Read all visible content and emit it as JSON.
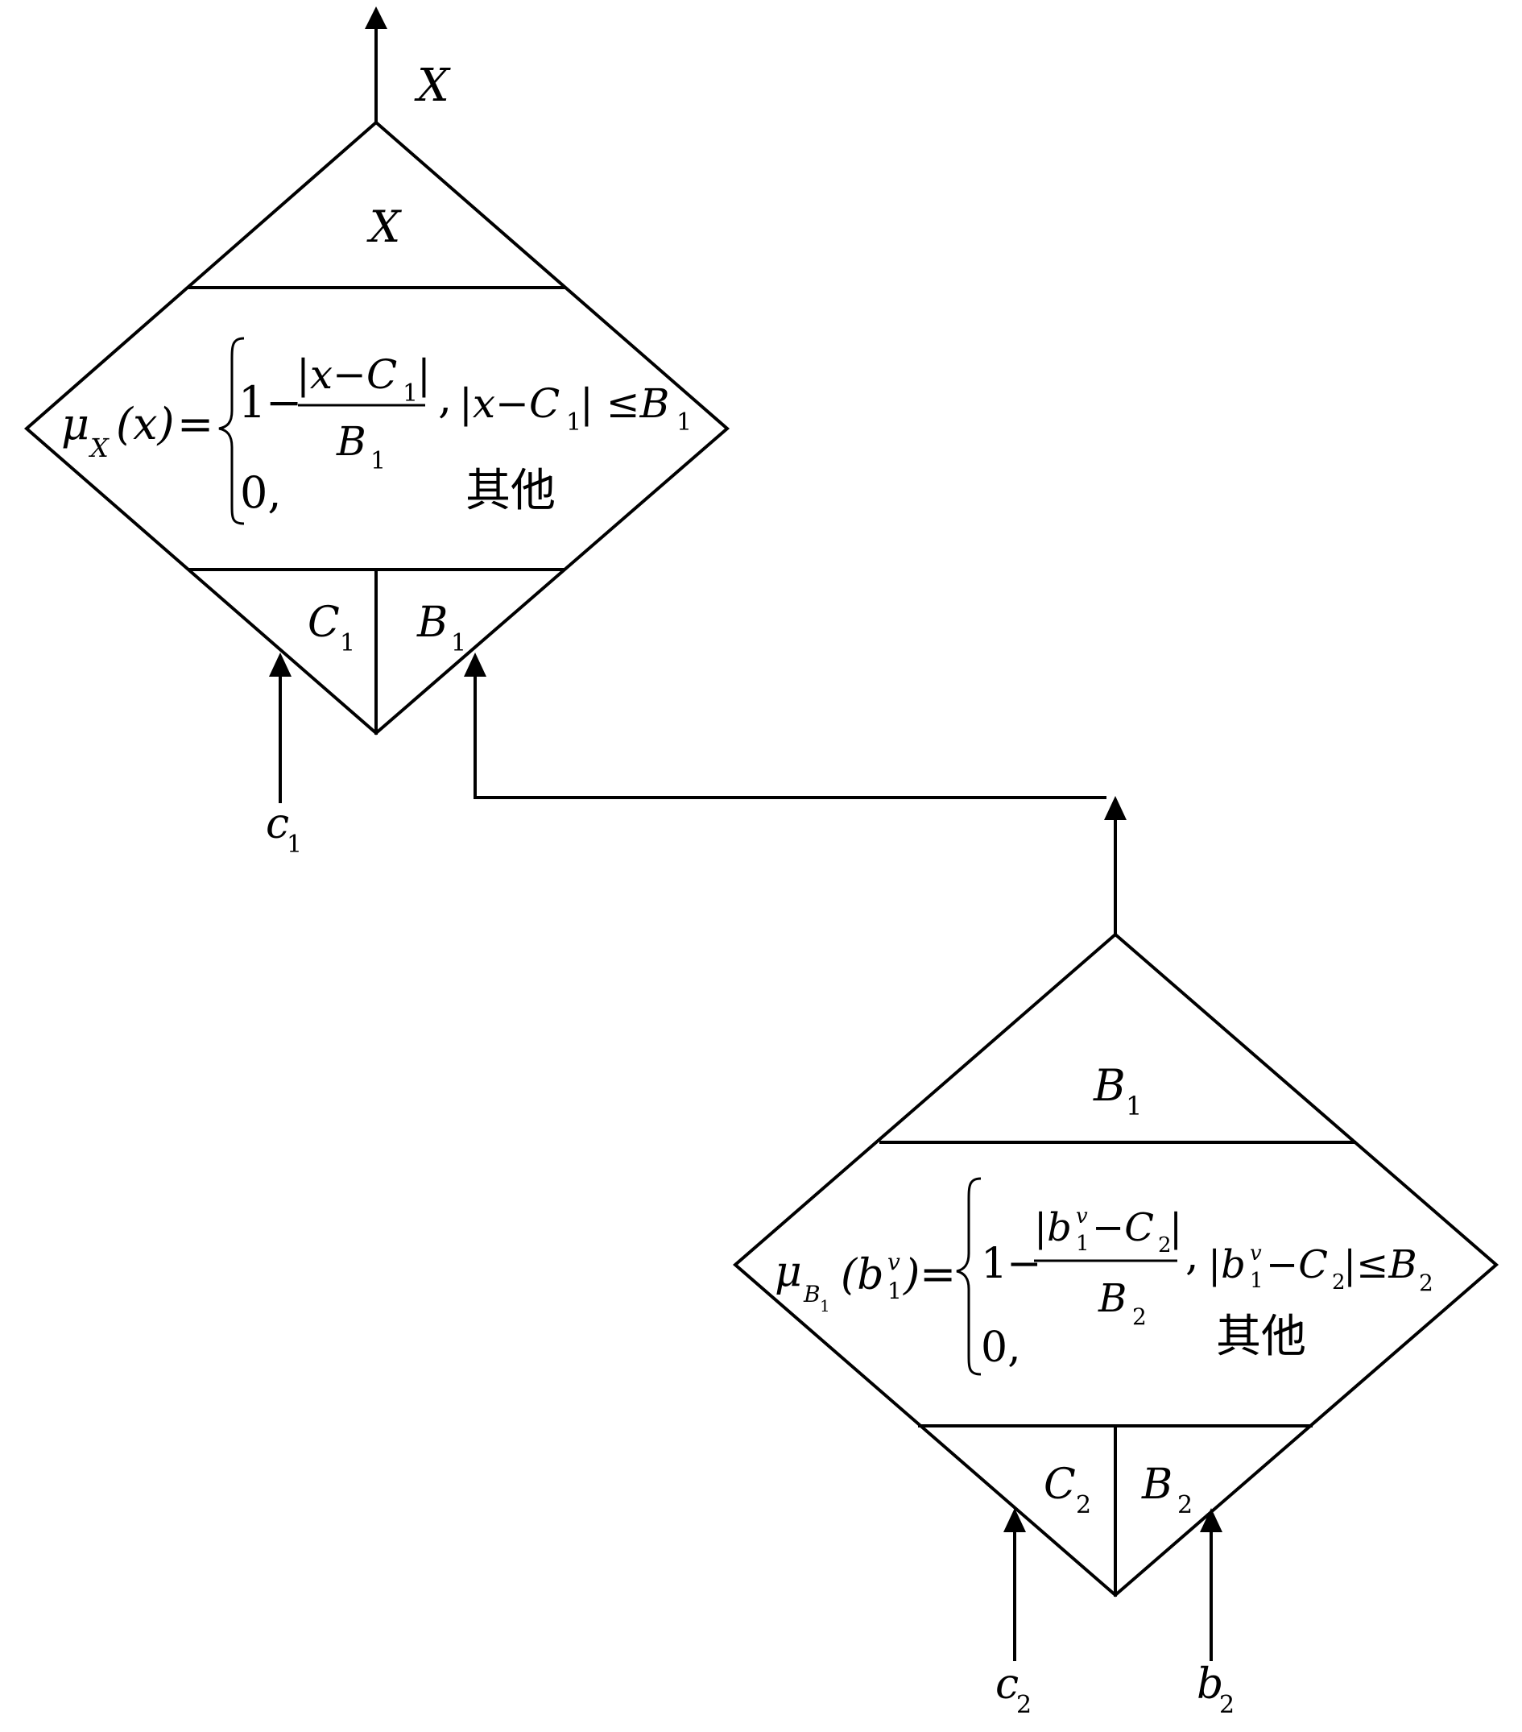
{
  "output_label": "X",
  "node1": {
    "title": "X",
    "formula": {
      "lhs_mu": "μ",
      "lhs_sub": "X",
      "lhs_arg": "(x)",
      "eq": "=",
      "case1_one": "1",
      "case1_minus": "−",
      "case1_num": "|x−C",
      "case1_num_sub": "1",
      "case1_num_end": "|",
      "case1_den": "B",
      "case1_den_sub": "1",
      "case1_comma": ",",
      "case1_cond": "|x−C",
      "case1_cond_sub": "1",
      "case1_cond_end": "| ≤B",
      "case1_cond_sub2": "1",
      "case2_val": "0,",
      "case2_cond": "其他"
    },
    "param_left": "C",
    "param_left_sub": "1",
    "param_right": "B",
    "param_right_sub": "1"
  },
  "input1_label": "c",
  "input1_sub": "1",
  "node2": {
    "title": "B",
    "title_sub": "1",
    "formula": {
      "lhs_mu": "μ",
      "lhs_sub": "B",
      "lhs_sub_sub": "1",
      "lhs_arg_open": "(b",
      "lhs_arg_sup": "v",
      "lhs_arg_sub": "1",
      "lhs_arg_close": ")",
      "eq": "=",
      "case1_one": "1",
      "case1_minus": "−",
      "case1_num_a": "|b",
      "case1_num_sup": "v",
      "case1_num_sub": "1",
      "case1_num_b": "−C",
      "case1_num_sub2": "2",
      "case1_num_end": "|",
      "case1_den": "B",
      "case1_den_sub": "2",
      "case1_comma": ",",
      "case1_cond_a": "|b",
      "case1_cond_sup": "v",
      "case1_cond_sub": "1",
      "case1_cond_b": "−C",
      "case1_cond_sub2": "2",
      "case1_cond_end": "|≤B",
      "case1_cond_sub3": "2",
      "case2_val": "0,",
      "case2_cond": "其他"
    },
    "param_left": "C",
    "param_left_sub": "2",
    "param_right": "B",
    "param_right_sub": "2"
  },
  "input2_label": "c",
  "input2_sub": "2",
  "input3_label": "b",
  "input3_sub": "2"
}
